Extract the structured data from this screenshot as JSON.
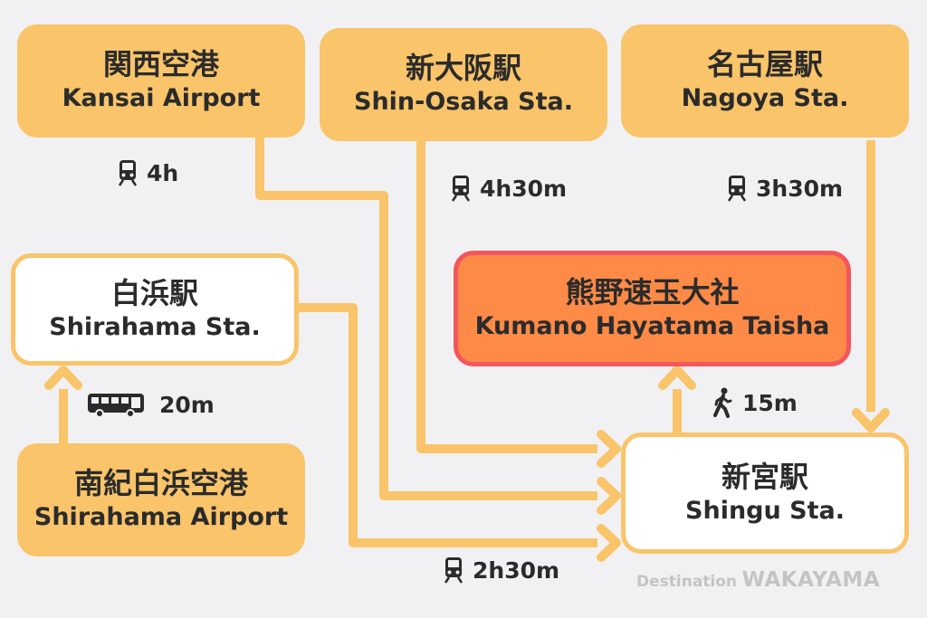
{
  "nodes": {
    "kansai": {
      "jp": "関西空港",
      "en": "Kansai Airport"
    },
    "shin_osaka": {
      "jp": "新大阪駅",
      "en": "Shin-Osaka Sta."
    },
    "nagoya": {
      "jp": "名古屋駅",
      "en": "Nagoya Sta."
    },
    "shirahama": {
      "jp": "白浜駅",
      "en": "Shirahama Sta."
    },
    "taisha": {
      "jp": "熊野速玉大社",
      "en": "Kumano Hayatama Taisha"
    },
    "nanki_airport": {
      "jp": "南紀白浜空港",
      "en": "Shirahama Airport"
    },
    "shingu": {
      "jp": "新宮駅",
      "en": "Shingu Sta."
    }
  },
  "routes": {
    "kansai": {
      "time": "4h",
      "icon": "train-icon"
    },
    "shin_osaka": {
      "time": "4h30m",
      "icon": "train-icon"
    },
    "nagoya": {
      "time": "3h30m",
      "icon": "train-icon"
    },
    "airport_bus": {
      "time": "20m",
      "icon": "bus-icon"
    },
    "walk": {
      "time": "15m",
      "icon": "walking-person-icon"
    },
    "shirahama": {
      "time": "2h30m",
      "icon": "train-icon"
    }
  },
  "branding": {
    "prefix": "Destination",
    "name": "WAKAYAMA"
  },
  "colors": {
    "origin_fill": "#f9c46a",
    "hub_border": "#f9c46a",
    "destination_fill": "#fd8a47",
    "destination_border": "#f3575d",
    "arrow": "#f9c46a",
    "background": "#f1f1f3"
  }
}
